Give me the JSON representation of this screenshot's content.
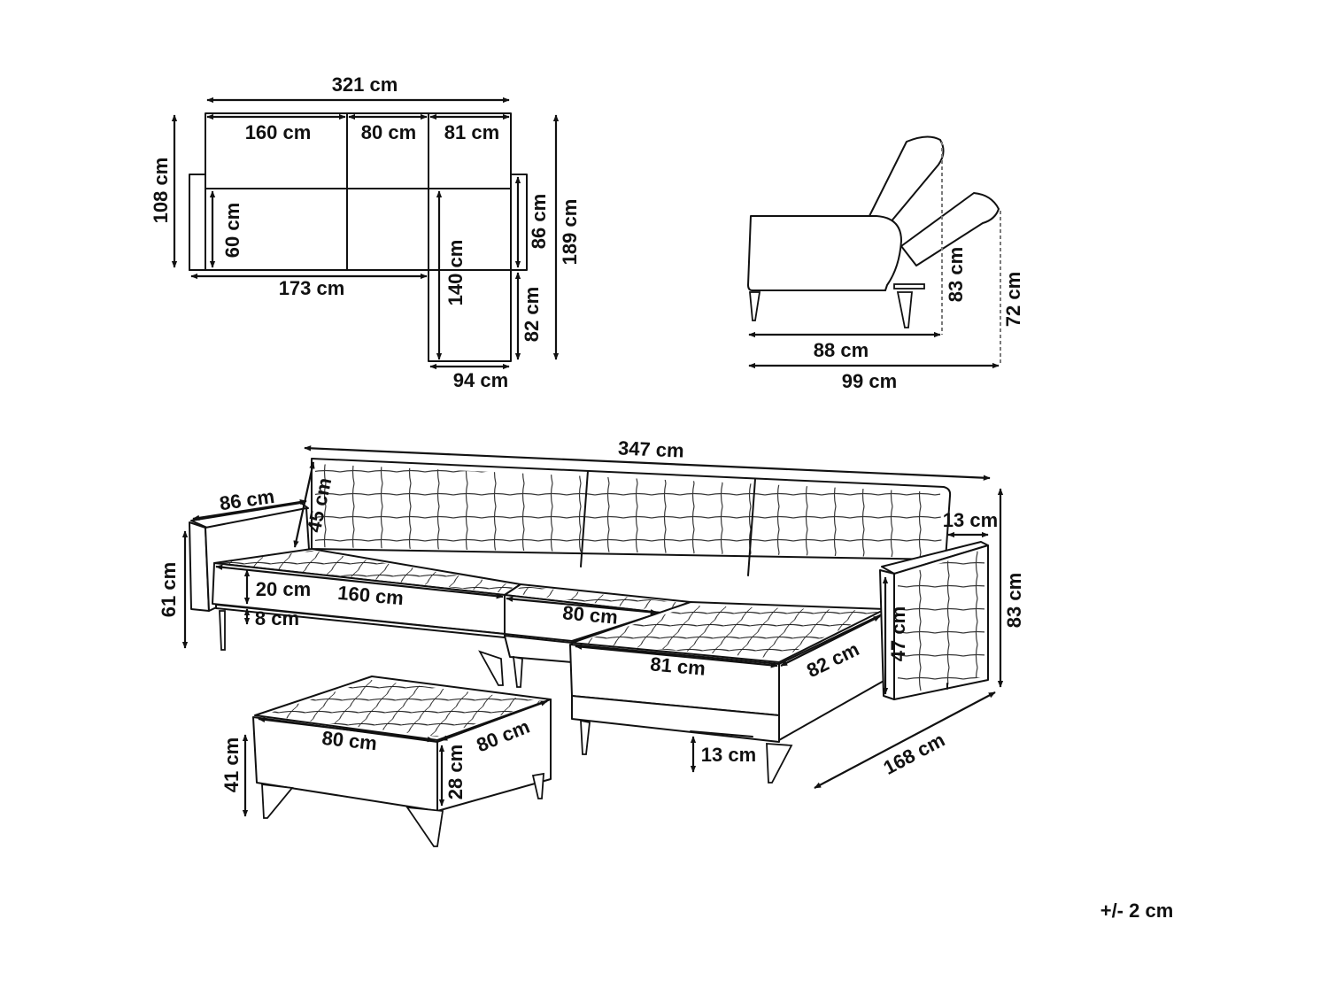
{
  "top_view": {
    "overall_width": "321 cm",
    "back_seat_width": "160 cm",
    "middle_seat_width": "80 cm",
    "right_seat_width": "81 cm",
    "depth": "108 cm",
    "seat_depth": "60 cm",
    "bed_length": "173 cm",
    "chaise_length": "140 cm",
    "chaise_width": "94 cm",
    "right_upper": "86 cm",
    "right_lower": "82 cm",
    "total_depth": "189 cm"
  },
  "side_view": {
    "depth": "88 cm",
    "reclined_depth": "99 cm",
    "height": "83 cm",
    "reclined_height": "72 cm"
  },
  "perspective_view": {
    "total_length": "347 cm",
    "armrest_length": "86 cm",
    "back_height": "45 cm",
    "armrest_width": "13 cm",
    "arm_height": "61 cm",
    "seat_height": "20 cm",
    "base_height": "8 cm",
    "sofa_seat_width": "160 cm",
    "middle_seat_width": "80 cm",
    "chaise_front_width": "81 cm",
    "chaise_depth": "82 cm",
    "arm_inner_height": "47 cm",
    "overall_height": "83 cm",
    "chaise_length": "168 cm",
    "leg_height": "13 cm"
  },
  "ottoman": {
    "width": "80 cm",
    "depth": "80 cm",
    "height": "41 cm",
    "cushion_height": "28 cm"
  },
  "tolerance": "+/- 2 cm"
}
